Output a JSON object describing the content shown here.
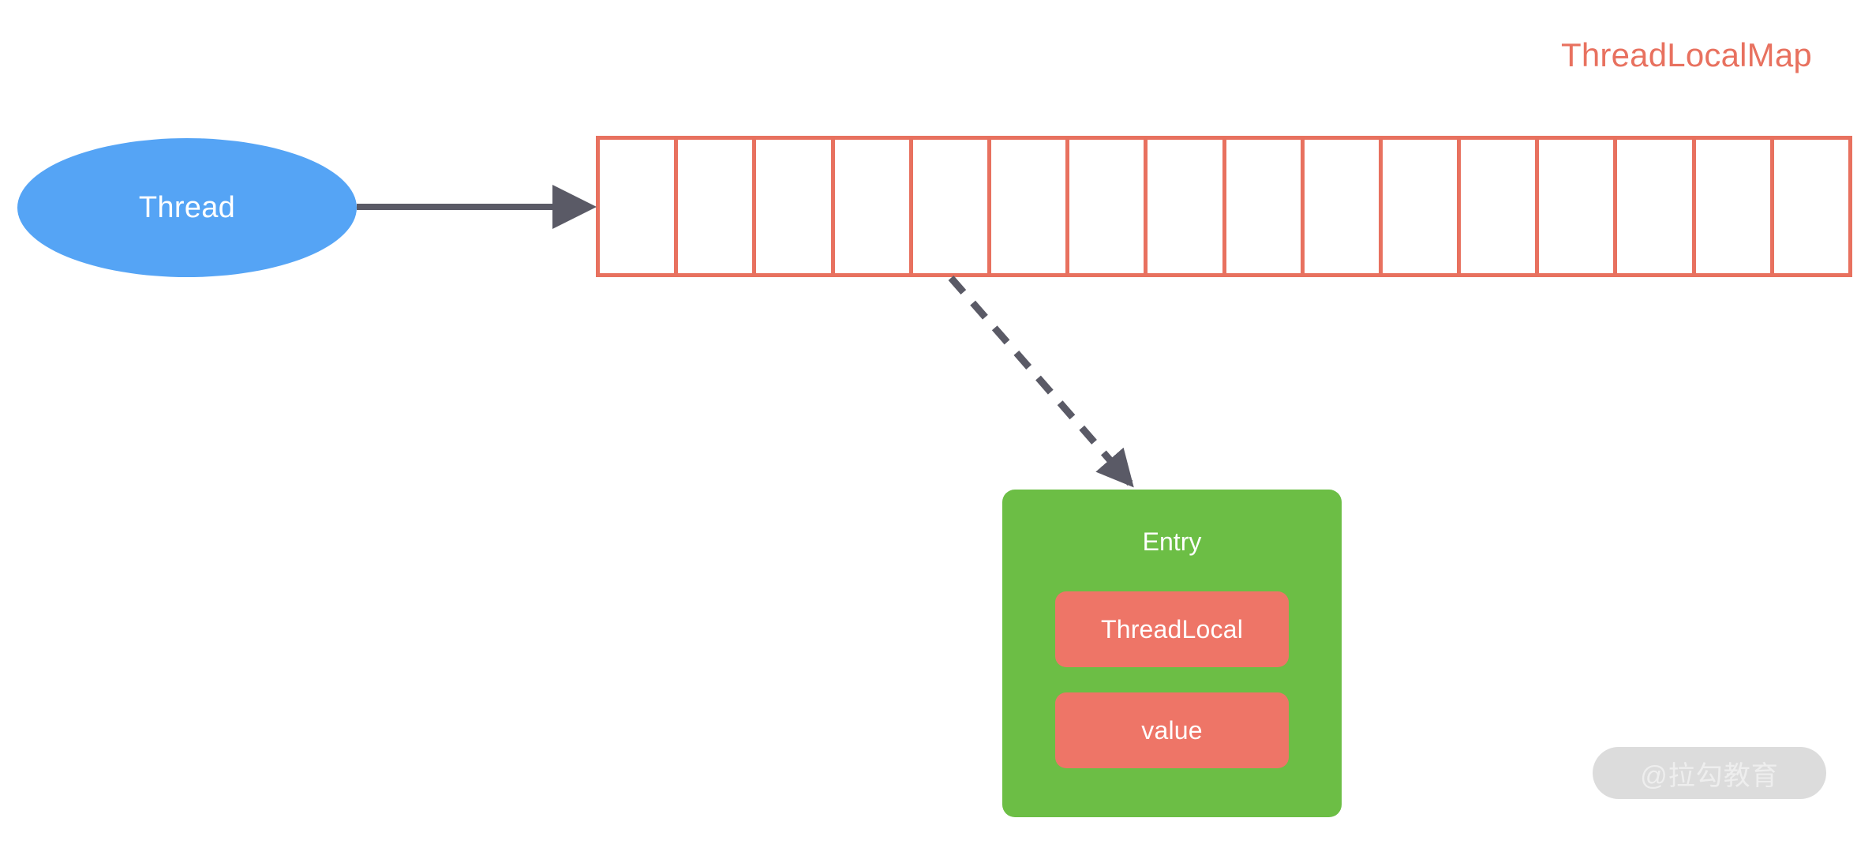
{
  "diagram": {
    "title": "ThreadLocalMap",
    "title_color": "#e8715f",
    "background_color": "#ffffff"
  },
  "thread_node": {
    "label": "Thread",
    "shape": "ellipse",
    "fill_color": "#55a4f5",
    "text_color": "#ffffff"
  },
  "map_array": {
    "name": "ThreadLocalMap",
    "cell_count": 16,
    "border_color": "#e8715f",
    "cell_fill": "#ffffff",
    "cells": [
      {
        "index": 0,
        "value": ""
      },
      {
        "index": 1,
        "value": ""
      },
      {
        "index": 2,
        "value": ""
      },
      {
        "index": 3,
        "value": ""
      },
      {
        "index": 4,
        "value": ""
      },
      {
        "index": 5,
        "value": ""
      },
      {
        "index": 6,
        "value": ""
      },
      {
        "index": 7,
        "value": ""
      },
      {
        "index": 8,
        "value": ""
      },
      {
        "index": 9,
        "value": ""
      },
      {
        "index": 10,
        "value": ""
      },
      {
        "index": 11,
        "value": ""
      },
      {
        "index": 12,
        "value": ""
      },
      {
        "index": 13,
        "value": ""
      },
      {
        "index": 14,
        "value": ""
      },
      {
        "index": 15,
        "value": ""
      }
    ]
  },
  "entry_node": {
    "title": "Entry",
    "fill_color": "#6cbe45",
    "text_color": "#ffffff",
    "fields": [
      {
        "label": "ThreadLocal",
        "fill_color": "#ee7567"
      },
      {
        "label": "value",
        "fill_color": "#ee7567"
      }
    ]
  },
  "connectors": [
    {
      "name": "thread-to-map",
      "style": "solid",
      "color": "#5a5a66",
      "from": "Thread",
      "to": "ThreadLocalMap array"
    },
    {
      "name": "map-cell-to-entry",
      "style": "dashed",
      "color": "#5a5a66",
      "from": "ThreadLocalMap array cell",
      "to": "Entry"
    }
  ],
  "watermark": {
    "text": "@拉勾教育",
    "pill_color": "#dcdcdc",
    "text_color": "#eeeeee"
  }
}
